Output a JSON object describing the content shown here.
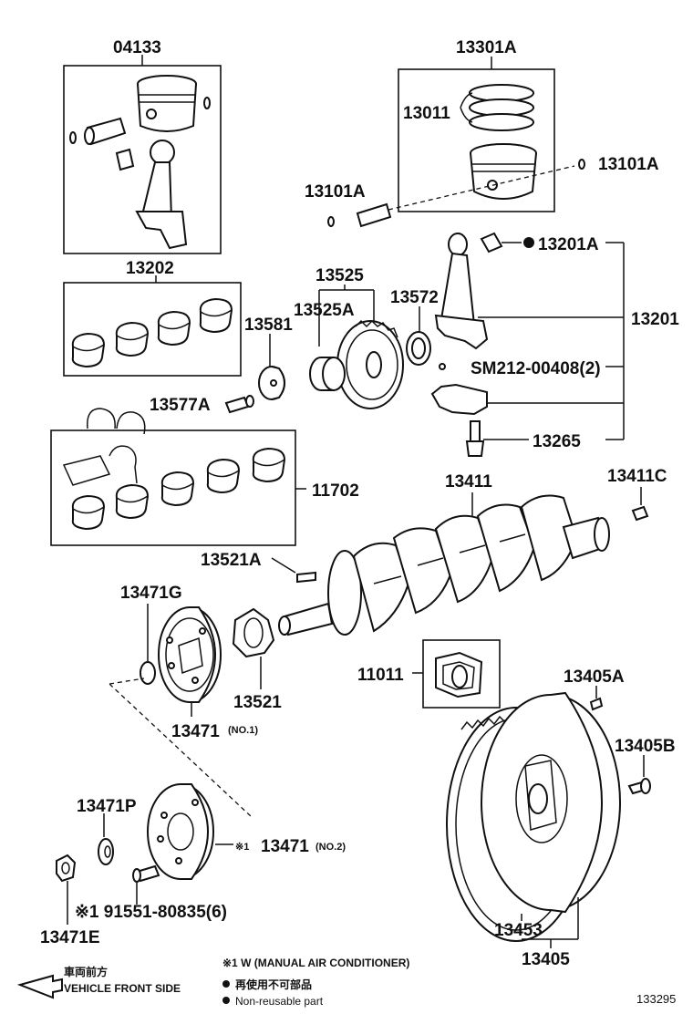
{
  "parts": {
    "p04133": "04133",
    "p13301A": "13301A",
    "p13011": "13011",
    "p13101A_right": "13101A",
    "p13101A_left": "13101A",
    "p13202": "13202",
    "p13525": "13525",
    "p13525A": "13525A",
    "p13572": "13572",
    "p13581": "13581",
    "p13201A": "13201A",
    "p13201": "13201",
    "sm212": "SM212-00408(2)",
    "p13577A": "13577A",
    "p13265": "13265",
    "p11702": "11702",
    "p13411": "13411",
    "p13411C": "13411C",
    "p13521A": "13521A",
    "p13471G": "13471G",
    "p11011": "11011",
    "p13521": "13521",
    "p13471_no1": "13471",
    "p13471_no1_suffix": "(NO.1)",
    "p13405A": "13405A",
    "p13405B": "13405B",
    "p13471P": "13471P",
    "p13471_no2_mark": "※1",
    "p13471_no2": "13471",
    "p13471_no2_suffix": "(NO.2)",
    "p91551": "※1 91551-80835(6)",
    "p13471E": "13471E",
    "p13453": "13453",
    "p13405": "13405"
  },
  "notes": {
    "front_jp": "車両前方",
    "front_en": "VEHICLE FRONT SIDE",
    "note1": "※1 W (MANUAL AIR CONDITIONER)",
    "non_reusable_jp": "再使用不可部品",
    "non_reusable_en": "Non-reusable part"
  },
  "diagram_number": "133295"
}
